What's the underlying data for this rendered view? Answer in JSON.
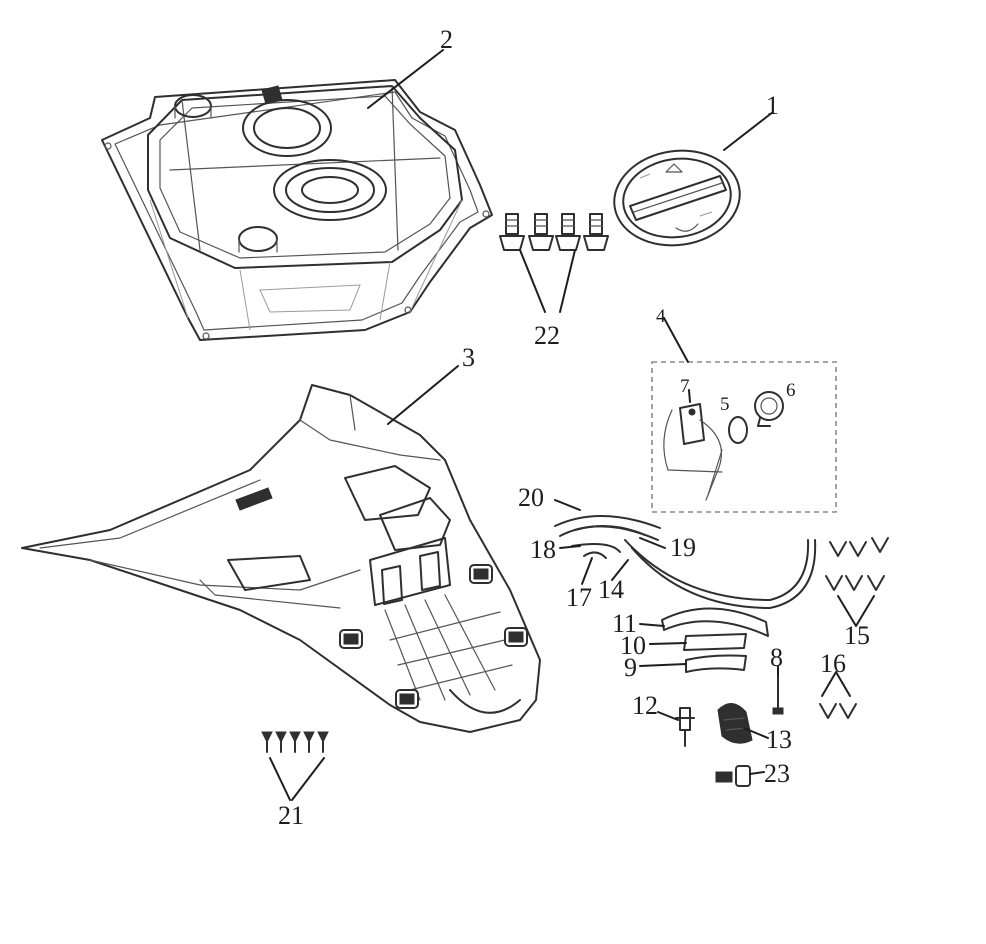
{
  "diagram": {
    "callouts": [
      {
        "id": "1",
        "label": "1"
      },
      {
        "id": "2",
        "label": "2"
      },
      {
        "id": "3",
        "label": "3"
      },
      {
        "id": "4",
        "label": "4"
      },
      {
        "id": "5",
        "label": "5"
      },
      {
        "id": "6",
        "label": "6"
      },
      {
        "id": "7",
        "label": "7"
      },
      {
        "id": "8",
        "label": "8"
      },
      {
        "id": "9",
        "label": "9"
      },
      {
        "id": "10",
        "label": "10"
      },
      {
        "id": "11",
        "label": "11"
      },
      {
        "id": "12",
        "label": "12"
      },
      {
        "id": "13",
        "label": "13"
      },
      {
        "id": "14",
        "label": "14"
      },
      {
        "id": "15",
        "label": "15"
      },
      {
        "id": "16",
        "label": "16"
      },
      {
        "id": "17",
        "label": "17"
      },
      {
        "id": "18",
        "label": "18"
      },
      {
        "id": "19",
        "label": "19"
      },
      {
        "id": "20",
        "label": "20"
      },
      {
        "id": "21",
        "label": "21"
      },
      {
        "id": "22",
        "label": "22"
      },
      {
        "id": "23",
        "label": "23"
      }
    ],
    "colors": {
      "ink": "#2f2f2f",
      "background": "#ffffff",
      "dashed_box": "#8a8a8a"
    }
  }
}
